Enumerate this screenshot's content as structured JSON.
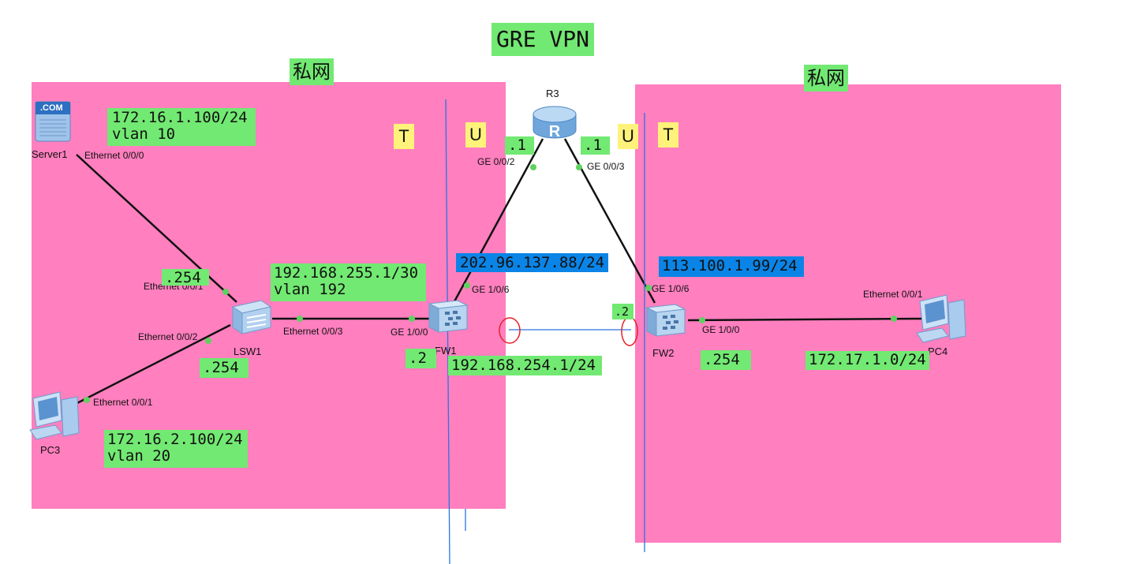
{
  "title": "GRE VPN",
  "zones": {
    "left_label": "私网",
    "right_label": "私网"
  },
  "markers": {
    "left_T": "T",
    "left_U": "U",
    "right_U": "U",
    "right_T": "T"
  },
  "devices": {
    "server1": "Server1",
    "server_logo": ".COM",
    "lsw1": "LSW1",
    "fw1": "FW1",
    "fw2": "FW2",
    "r3": "R3",
    "pc3": "PC3",
    "pc4": "PC4"
  },
  "ports": {
    "server1_eth": "Ethernet 0/0/0",
    "lsw1_eth1": "Ethernet 0/0/1",
    "lsw1_eth2": "Ethernet 0/0/2",
    "lsw1_eth3": "Ethernet 0/0/3",
    "pc3_eth": "Ethernet 0/0/1",
    "fw1_ge100": "GE 1/0/0",
    "fw1_ge106": "GE 1/0/6",
    "r3_ge002": "GE 0/0/2",
    "r3_ge003": "GE 0/0/3",
    "fw2_ge106": "GE 1/0/6",
    "fw2_ge100": "GE 1/0/0",
    "pc4_eth": "Ethernet 0/0/1"
  },
  "labels": {
    "server_net": "172.16.1.100/24\nvlan 10",
    "lsw1_254_a": ".254",
    "lsw1_254_b": ".254",
    "uplink_net": "192.168.255.1/30\nvlan 192",
    "fw1_2": ".2",
    "fw1_tunnel": "192.168.254.1/24",
    "fw1_public": "202.96.137.88/24",
    "r3_left_1": ".1",
    "r3_right_1": ".1",
    "fw2_public": "113.100.1.99/24",
    "fw2_2": ".2",
    "fw2_254": ".254",
    "pc4_net": "172.17.1.0/24",
    "pc3_net": "172.16.2.100/24\nvlan 20"
  }
}
